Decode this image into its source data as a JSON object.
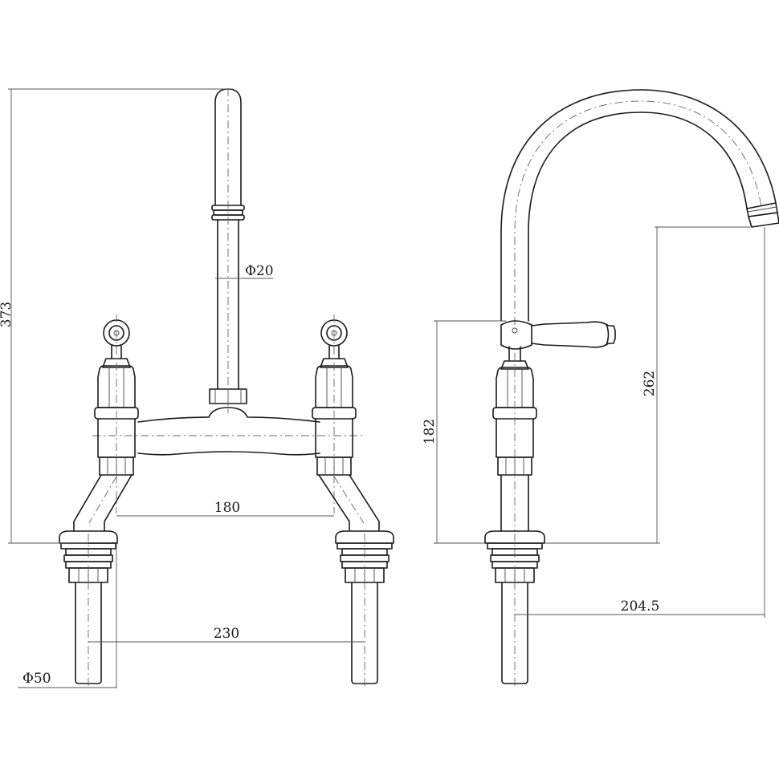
{
  "dimensions": {
    "overall_height": "373",
    "spout_diameter": "Φ20",
    "handle_spacing": "180",
    "tail_spacing": "230",
    "base_diameter": "Φ50",
    "lever_height": "182",
    "spout_outlet_height": "262",
    "spout_reach": "204.5"
  }
}
